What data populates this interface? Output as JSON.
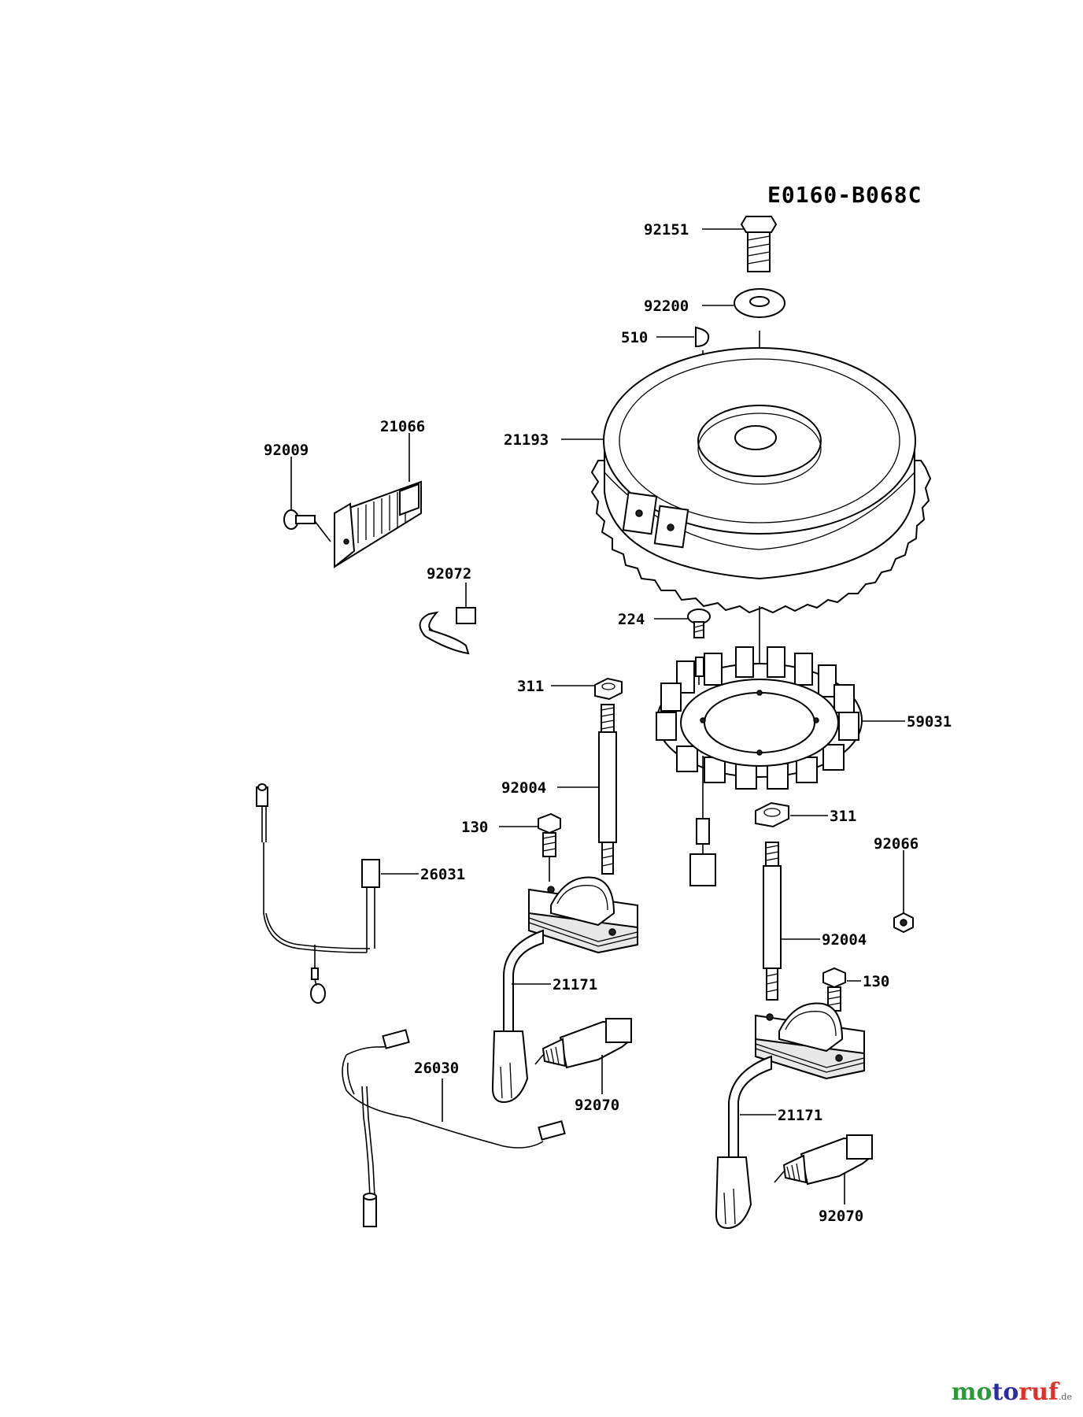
{
  "diagram": {
    "code": "E0160-B068C",
    "labels": {
      "p92151": "92151",
      "p92200": "92200",
      "p510": "510",
      "p21193": "21193",
      "p21066": "21066",
      "p92009": "92009",
      "p92072": "92072",
      "p224": "224",
      "p311a": "311",
      "p59031": "59031",
      "p92004a": "92004",
      "p130a": "130",
      "p311b": "311",
      "p92066": "92066",
      "p26031": "26031",
      "p92004b": "92004",
      "p130b": "130",
      "p21171a": "21171",
      "p26030": "26030",
      "p92070a": "92070",
      "p21171b": "21171",
      "p92070b": "92070"
    }
  },
  "watermark": {
    "part1": "mo",
    "part2": "to",
    "part3": "ruf",
    "suffix": ".de"
  }
}
